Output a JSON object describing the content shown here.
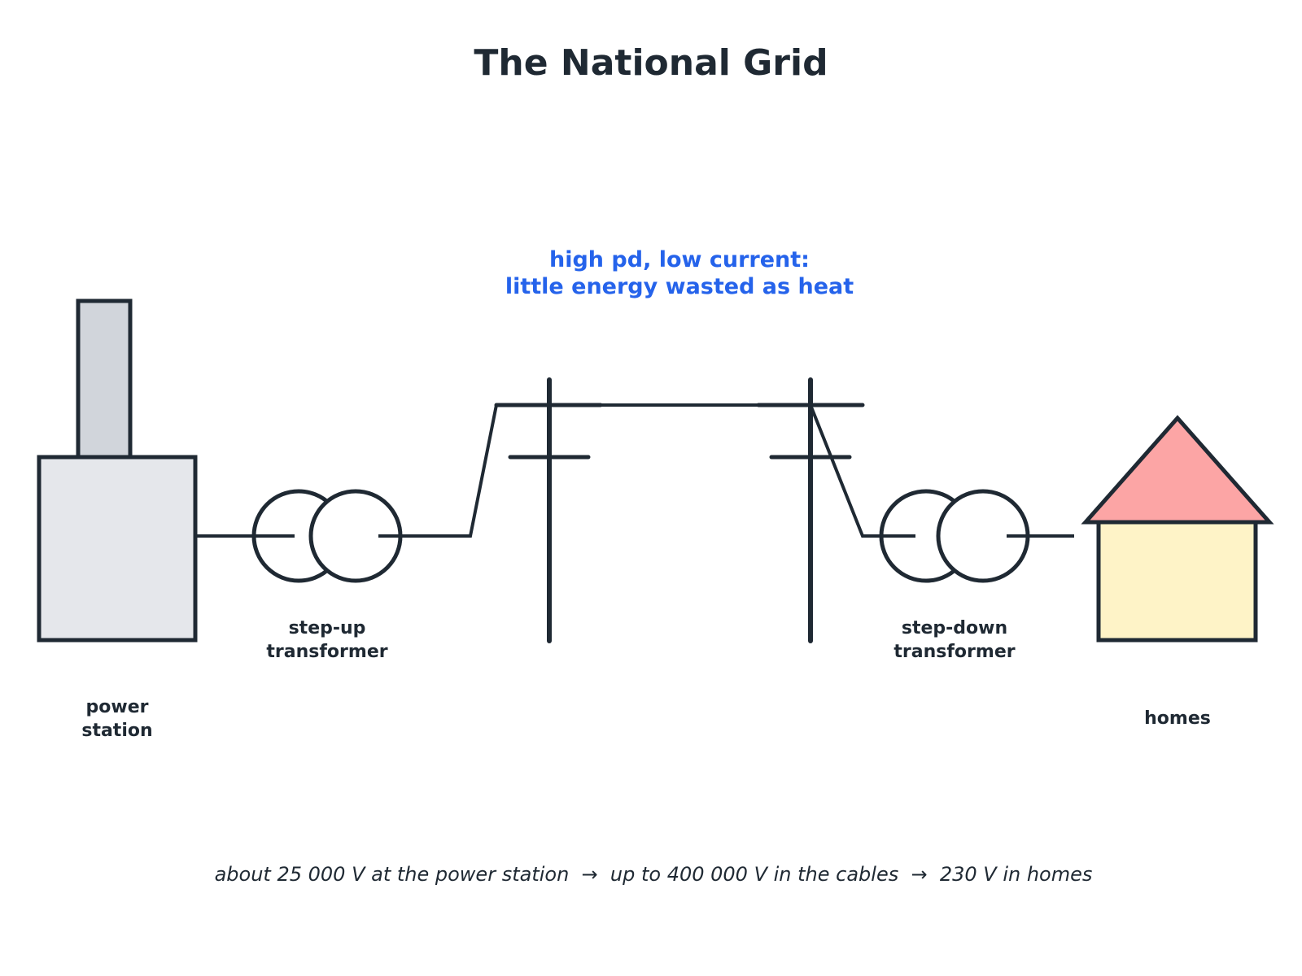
{
  "title": "The National Grid",
  "annotation": {
    "line1": "high pd, low current:",
    "line2": "little energy wasted as heat"
  },
  "labels": {
    "power_station": [
      "power",
      "station"
    ],
    "step_up": [
      "step-up",
      "transformer"
    ],
    "step_down": [
      "step-down",
      "transformer"
    ],
    "homes": "homes"
  },
  "caption": "about 25 000 V at the power station  →  up to 400 000 V in the cables  →  230 V in homes",
  "colors": {
    "ink": "#1f2933",
    "annotation": "#2563eb",
    "station_body": "#e5e7eb",
    "chimney": "#d1d5db",
    "house_wall": "#fef3c7",
    "roof": "#fca5a5"
  }
}
